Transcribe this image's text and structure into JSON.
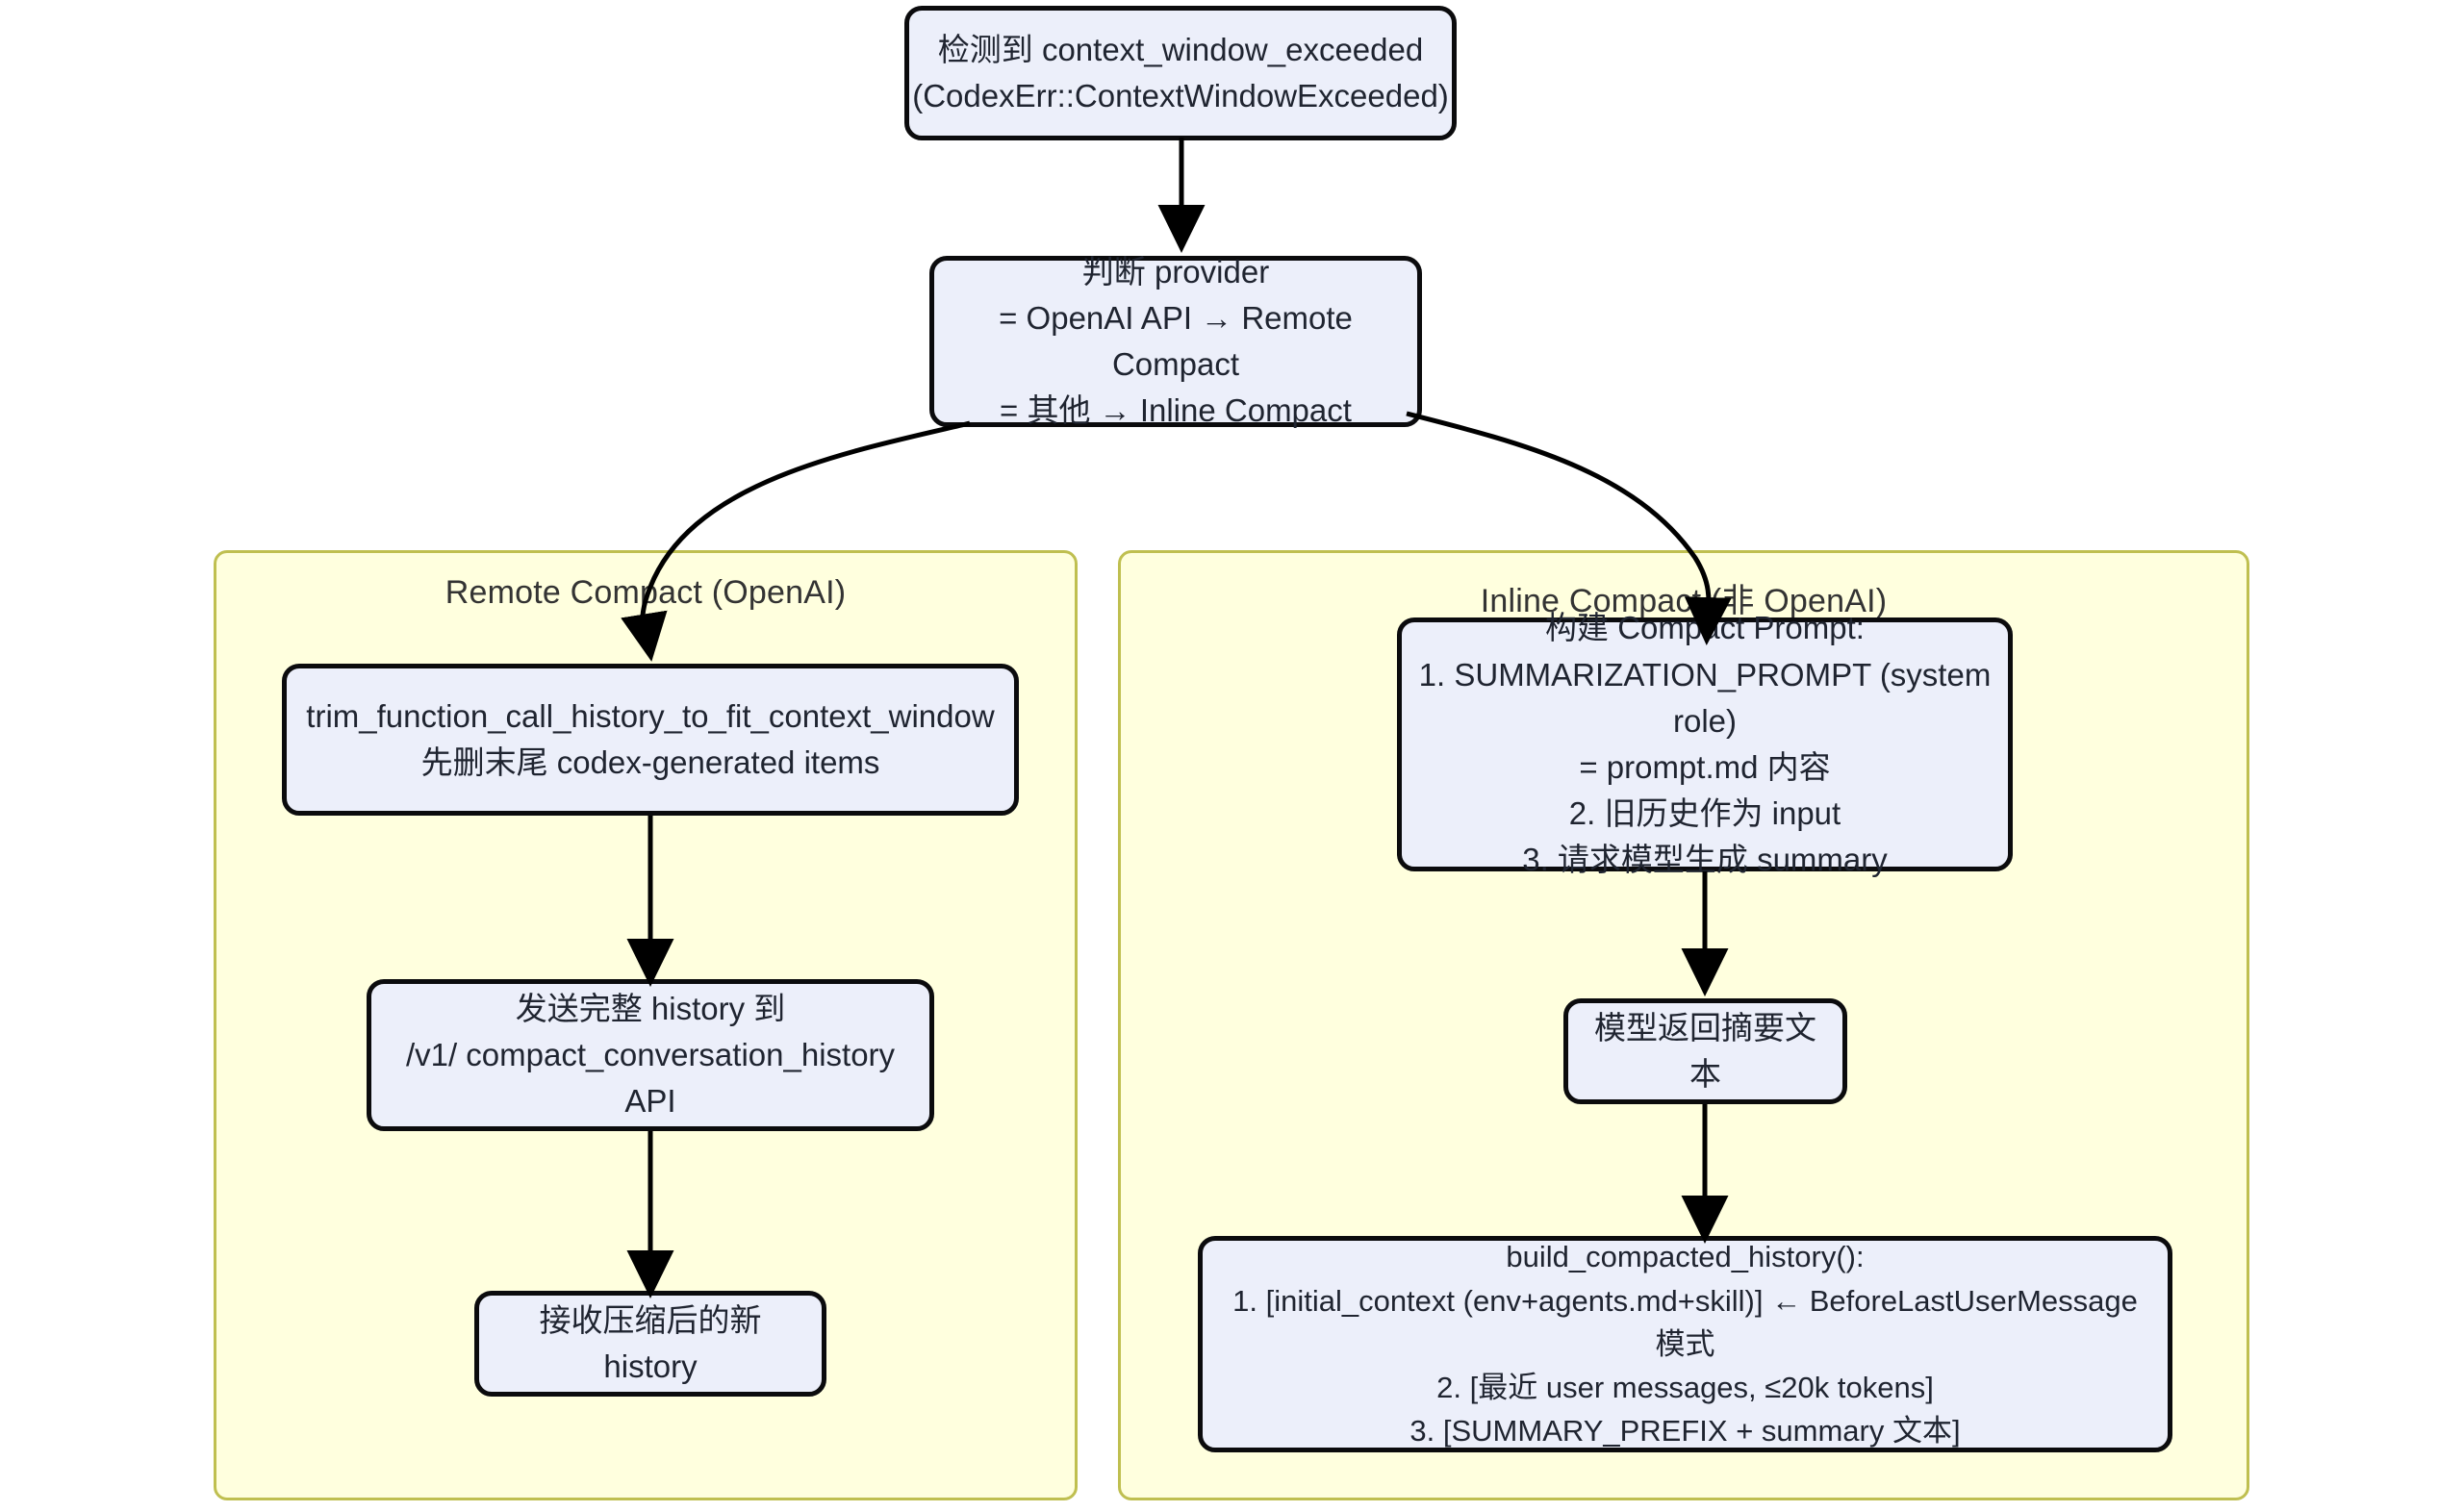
{
  "diagram": {
    "type": "flowchart",
    "direction": "top-down",
    "title_visible": false,
    "colors": {
      "node_fill": "#eceffa",
      "node_stroke": "#0b0b0d",
      "node_text": "#1f2430",
      "subgraph_fill": "#ffffde",
      "subgraph_stroke": "#bfbf50",
      "subgraph_title_text": "#333333",
      "edge_stroke": "#000000",
      "background": "#ffffff"
    },
    "nodes": {
      "detect": "检测到 context_window_exceeded\n(CodexErr::ContextWindowExceeded)",
      "decide": "判断 provider\n= OpenAI API → Remote Compact\n= 其他 → Inline Compact",
      "remote_trim": "trim_function_call_history_to_fit_context_window\n先删末尾 codex-generated items",
      "remote_send": "发送完整 history 到\n/v1/ compact_conversation_history API",
      "remote_receive": "接收压缩后的新 history",
      "inline_prompt": "构建 Compact Prompt:\n1. SUMMARIZATION_PROMPT (system role)\n= prompt.md 内容\n2. 旧历史作为 input\n3. 请求模型生成 summary",
      "inline_summary": "模型返回摘要文本",
      "inline_build": "build_compacted_history():\n1. [initial_context (env+agents.md+skill)] ← BeforeLastUserMessage 模式\n2. [最近 user messages, ≤20k tokens]\n3. [SUMMARY_PREFIX + summary 文本]"
    },
    "subgraphs": {
      "remote": {
        "title": "Remote Compact (OpenAI)"
      },
      "inline": {
        "title": "Inline Compact (非 OpenAI)"
      }
    },
    "edges": [
      {
        "from": "detect",
        "to": "decide",
        "label": ""
      },
      {
        "from": "decide",
        "to": "remote_trim",
        "label": ""
      },
      {
        "from": "decide",
        "to": "inline_prompt",
        "label": ""
      },
      {
        "from": "remote_trim",
        "to": "remote_send",
        "label": ""
      },
      {
        "from": "remote_send",
        "to": "remote_receive",
        "label": ""
      },
      {
        "from": "inline_prompt",
        "to": "inline_summary",
        "label": ""
      },
      {
        "from": "inline_summary",
        "to": "inline_build",
        "label": ""
      }
    ]
  }
}
